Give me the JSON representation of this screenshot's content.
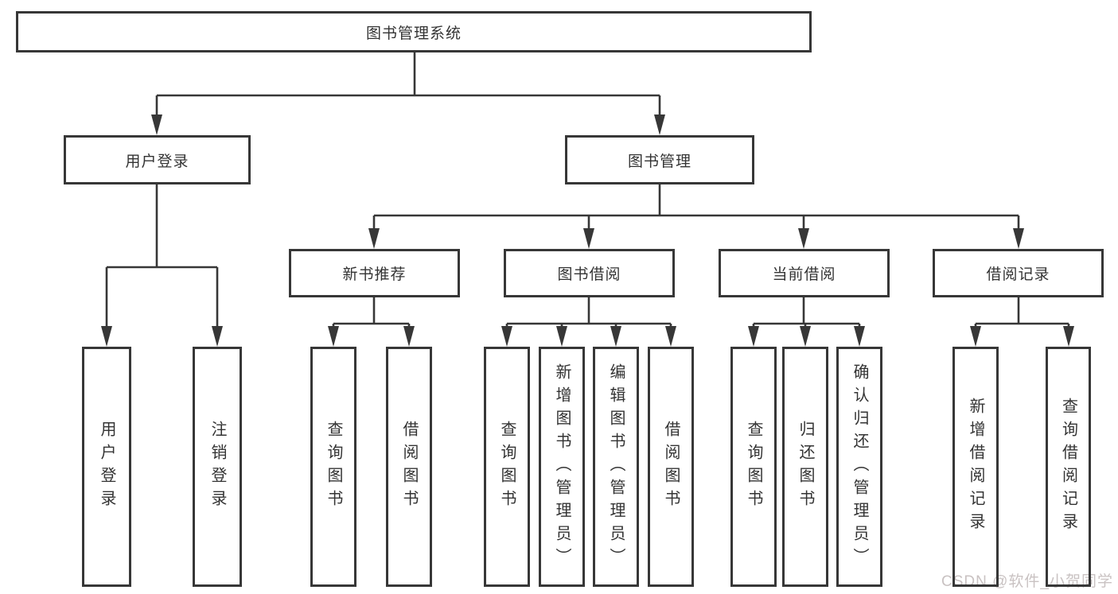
{
  "diagram": {
    "title": "图书管理系统",
    "type": "tree",
    "colors": {
      "line": "#373737",
      "box_border": "#373737",
      "text": "#333333",
      "background": "#ffffff",
      "watermark": "#c9c2c2"
    },
    "nodes": [
      {
        "id": "library-system",
        "label": "图书管理系统",
        "parent": null
      },
      {
        "id": "user-login",
        "label": "用户登录",
        "parent": "library-system"
      },
      {
        "id": "book-management",
        "label": "图书管理",
        "parent": "library-system"
      },
      {
        "id": "new-book-recommend",
        "label": "新书推荐",
        "parent": "book-management"
      },
      {
        "id": "book-borrowing",
        "label": "图书借阅",
        "parent": "book-management"
      },
      {
        "id": "current-borrowing",
        "label": "当前借阅",
        "parent": "book-management"
      },
      {
        "id": "borrowing-records",
        "label": "借阅记录",
        "parent": "book-management"
      },
      {
        "id": "leaf-user-login",
        "label": "用户登录",
        "parent": "user-login"
      },
      {
        "id": "leaf-logout",
        "label": "注销登录",
        "parent": "user-login"
      },
      {
        "id": "leaf-query-books-1",
        "label": "查询图书",
        "parent": "new-book-recommend"
      },
      {
        "id": "leaf-borrow-books-1",
        "label": "借阅图书",
        "parent": "new-book-recommend"
      },
      {
        "id": "leaf-query-books-2",
        "label": "查询图书",
        "parent": "book-borrowing"
      },
      {
        "id": "leaf-add-books-admin",
        "label": "新增图书（管理员）",
        "parent": "book-borrowing"
      },
      {
        "id": "leaf-edit-books-admin",
        "label": "编辑图书（管理员）",
        "parent": "book-borrowing"
      },
      {
        "id": "leaf-borrow-books-2",
        "label": "借阅图书",
        "parent": "book-borrowing"
      },
      {
        "id": "leaf-query-books-3",
        "label": "查询图书",
        "parent": "current-borrowing"
      },
      {
        "id": "leaf-return-books",
        "label": "归还图书",
        "parent": "current-borrowing"
      },
      {
        "id": "leaf-confirm-return",
        "label": "确认归还（管理员）",
        "parent": "current-borrowing"
      },
      {
        "id": "leaf-add-borrow-record",
        "label": "新增借阅记录",
        "parent": "borrowing-records"
      },
      {
        "id": "leaf-query-borrow-record",
        "label": "查询借阅记录",
        "parent": "borrowing-records"
      }
    ],
    "watermark": "CSDN @软件_小贺同学"
  }
}
